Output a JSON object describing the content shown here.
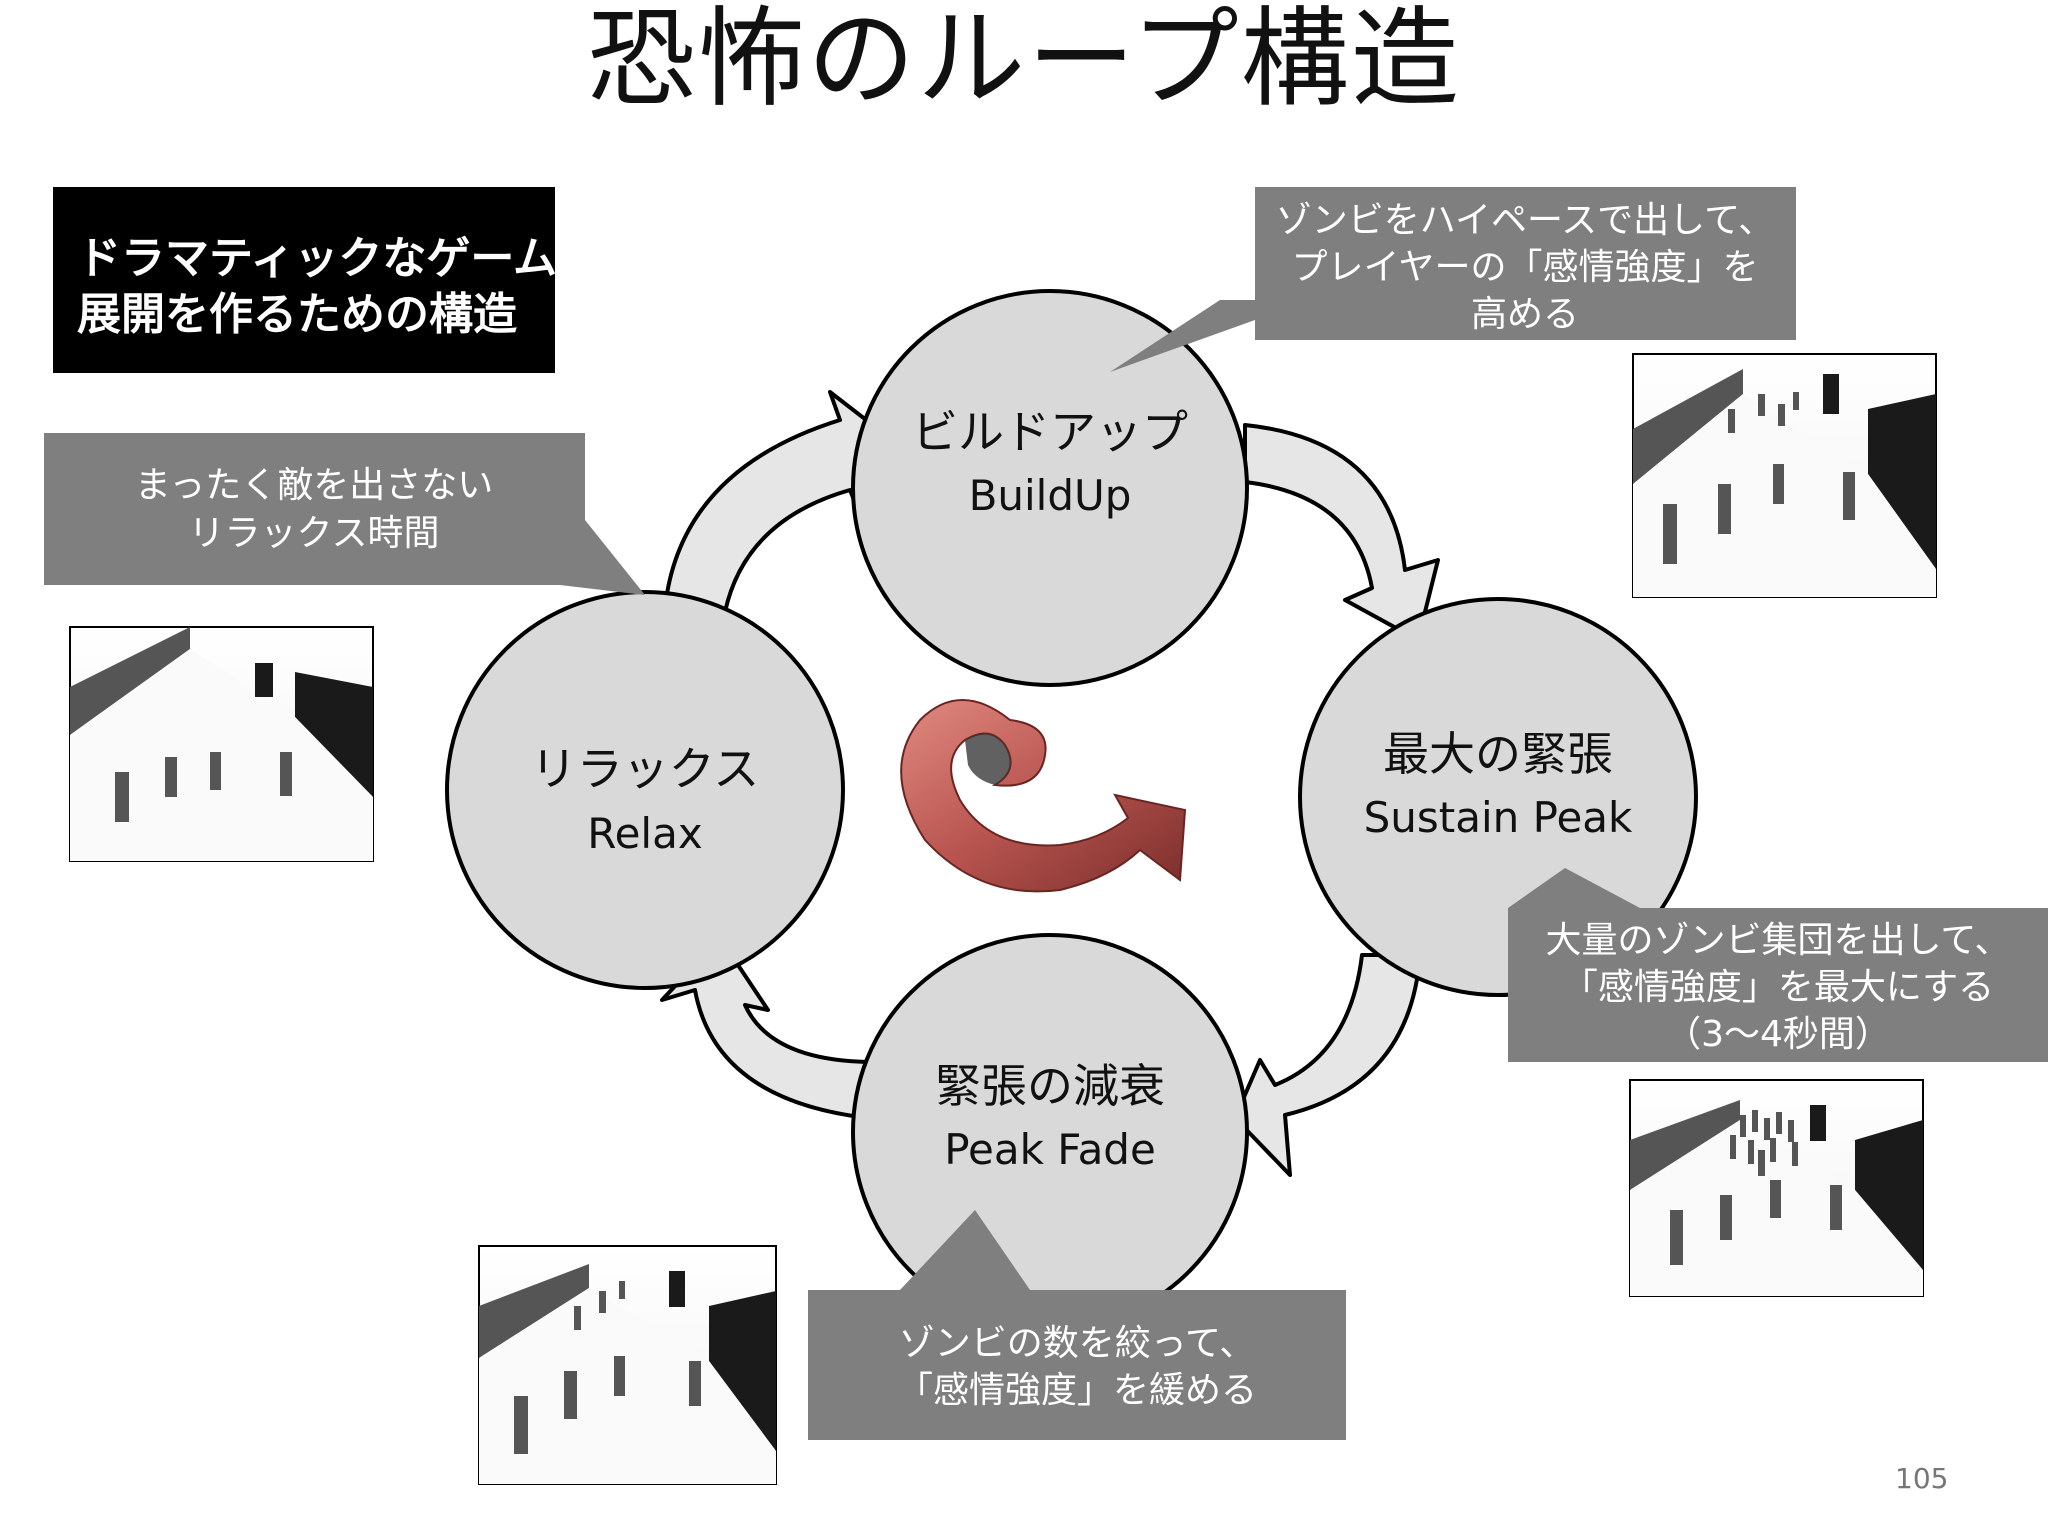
{
  "title": "恐怖のループ構造",
  "intro_box": [
    "ドラマティックなゲーム",
    "展開を作るための構造"
  ],
  "stages": {
    "buildup": {
      "jp": "ビルドアップ",
      "en": "BuildUp"
    },
    "peak": {
      "jp": "最大の緊張",
      "en": "Sustain Peak"
    },
    "fade": {
      "jp": "緊張の減衰",
      "en": "Peak Fade"
    },
    "relax": {
      "jp": "リラックス",
      "en": "Relax"
    }
  },
  "callouts": {
    "buildup": [
      "ゾンビをハイペースで出して、",
      "プレイヤーの「感情強度」を",
      "高める"
    ],
    "relax": [
      "まったく敵を出さない",
      "リラックス時間"
    ],
    "peak": [
      "大量のゾンビ集団を出して、",
      "「感情強度」を最大にする",
      "（3～4秒間）"
    ],
    "fade": [
      "ゾンビの数を絞って、",
      "「感情強度」を緩める"
    ]
  },
  "page_number": "105",
  "colors": {
    "circle_fill": "#d9d9d9",
    "callout_fill": "#7f7f7f",
    "arrow_fill": "#e6e6e6",
    "spiral_color": "#b8544f"
  }
}
